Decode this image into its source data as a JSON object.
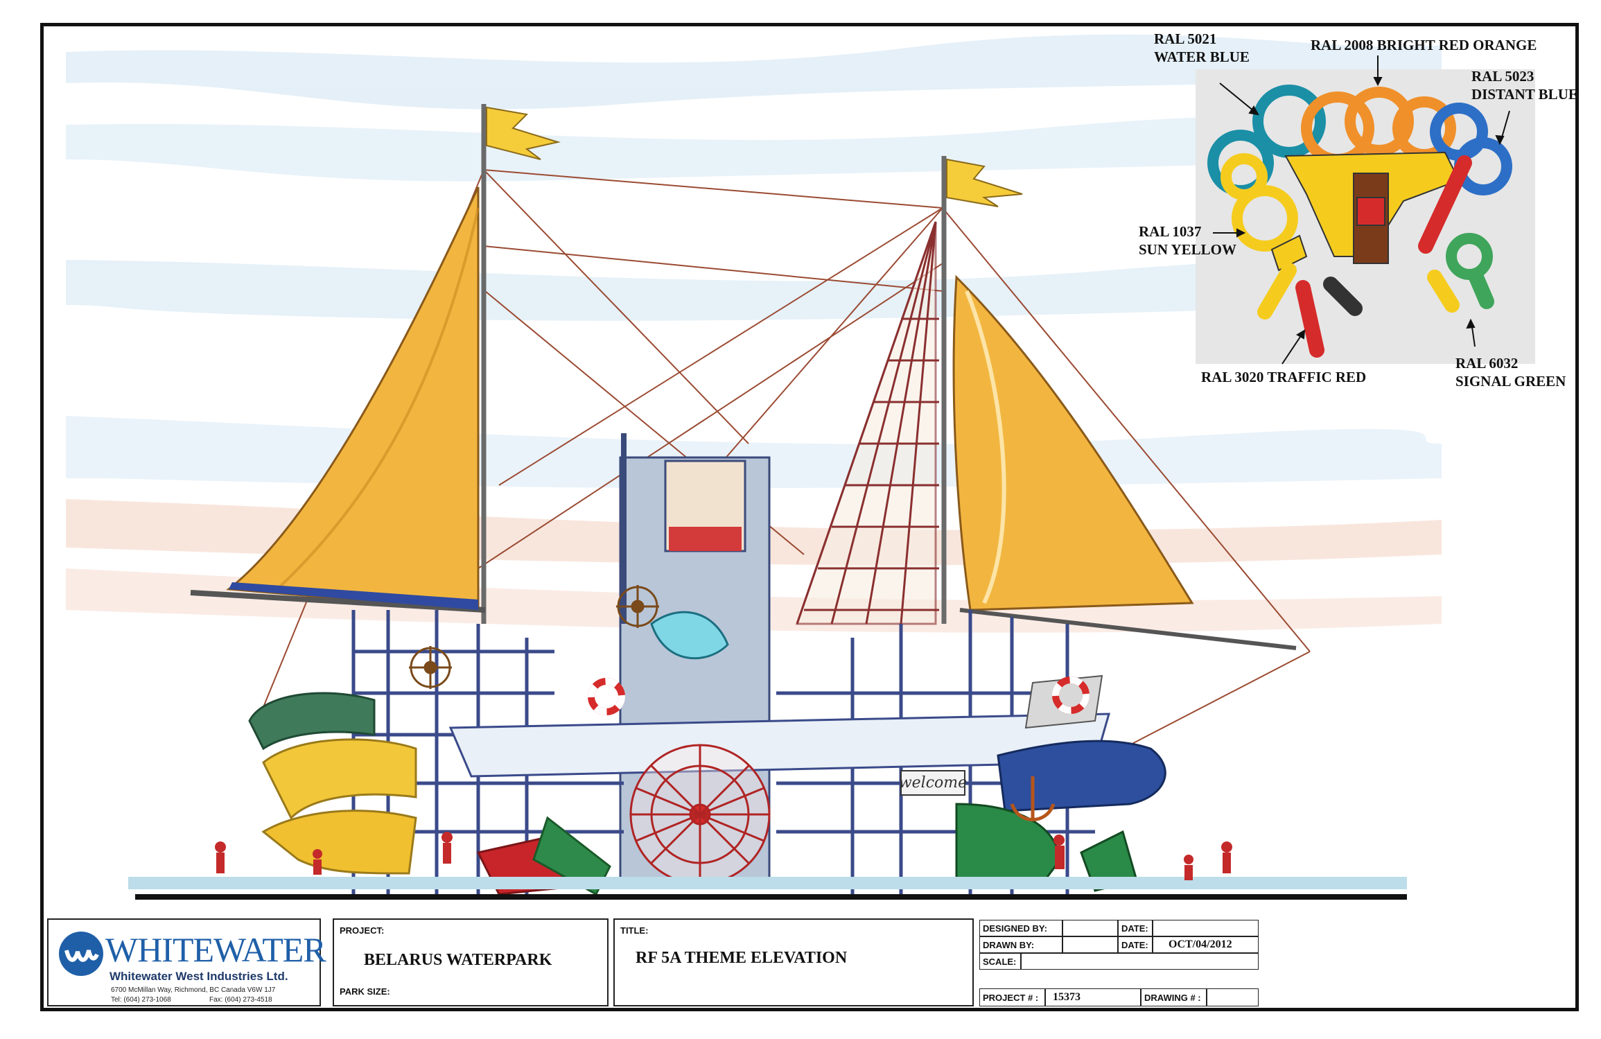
{
  "colors": {
    "water_blue": "#1a8fa6",
    "bright_red_orange": "#f0902a",
    "distant_blue": "#2d6fc6",
    "sun_yellow": "#f5cc1e",
    "traffic_red": "#d62b2b",
    "signal_green": "#3fa55b",
    "sail": "#f2b640",
    "frame": "#2f4a8a",
    "logo_blue": "#1f5fa8"
  },
  "callouts": {
    "ral5021": [
      "RAL 5021",
      "WATER BLUE"
    ],
    "ral2008": "RAL 2008 BRIGHT RED ORANGE",
    "ral5023": [
      "RAL 5023",
      "DISTANT BLUE"
    ],
    "ral1037": [
      "RAL 1037",
      "SUN YELLOW"
    ],
    "ral3020": "RAL 3020 TRAFFIC RED",
    "ral6032": [
      "RAL 6032",
      "SIGNAL GREEN"
    ]
  },
  "company": {
    "name": "WHITEWATER",
    "legal_name": "Whitewater West Industries Ltd.",
    "address": "6700 McMillan Way, Richmond, BC Canada V6W 1J7",
    "tel": "Tel: (604) 273-1068",
    "fax": "Fax: (604) 273-4518"
  },
  "title_block": {
    "project_label": "PROJECT:",
    "project_value": "BELARUS WATERPARK",
    "park_size_label": "PARK SIZE:",
    "title_label": "TITLE:",
    "title_value": "RF 5A THEME ELEVATION",
    "designed_by_label": "DESIGNED BY:",
    "drawn_by_label": "DRAWN BY:",
    "scale_label": "SCALE:",
    "date_label_1": "DATE:",
    "date_label_2": "DATE:",
    "date_value": "OCT/04/2012",
    "project_no_label": "PROJECT # :",
    "project_no_value": "15373",
    "drawing_no_label": "DRAWING # :"
  },
  "art_signs": {
    "welcome": "welcome"
  }
}
